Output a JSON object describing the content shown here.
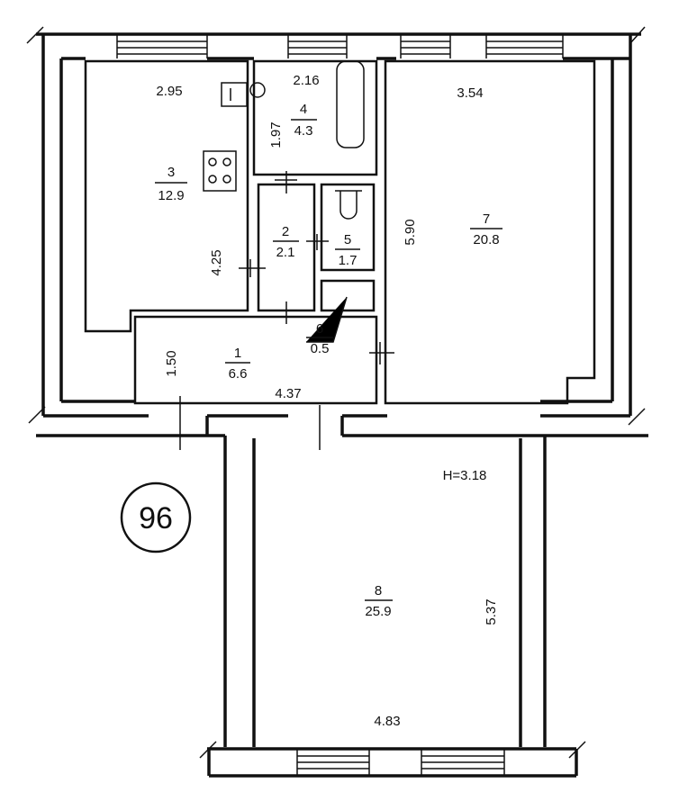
{
  "plan": {
    "badge": "96",
    "ceiling_height": "H=3.18",
    "rooms": [
      {
        "number": "1",
        "area": "6.6"
      },
      {
        "number": "2",
        "area": "2.1"
      },
      {
        "number": "3",
        "area": "12.9"
      },
      {
        "number": "4",
        "area": "4.3"
      },
      {
        "number": "5",
        "area": "1.7"
      },
      {
        "number": "6",
        "area": "0.5"
      },
      {
        "number": "7",
        "area": "20.8"
      },
      {
        "number": "8",
        "area": "25.9"
      }
    ],
    "dimensions": {
      "room3_width": "2.95",
      "room3_length": "4.25",
      "room4_width": "2.16",
      "room4_length": "1.97",
      "room1_width": "4.37",
      "room1_length": "1.50",
      "room7_width": "3.54",
      "room7_length": "5.90",
      "room8_width": "4.83",
      "room8_length": "5.37"
    }
  }
}
